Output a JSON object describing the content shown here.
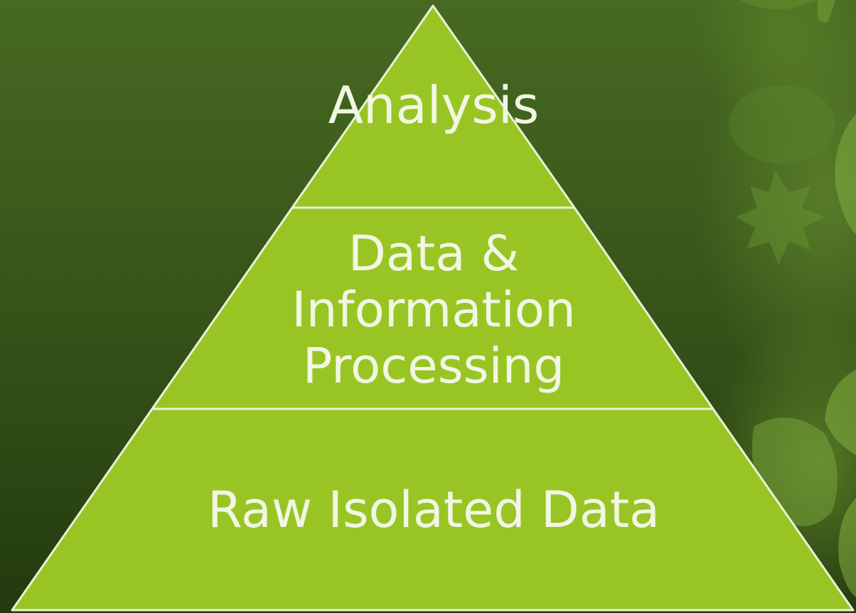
{
  "pyramid": {
    "levels": [
      {
        "label": "Analysis"
      },
      {
        "label_lines": [
          "Data &",
          "Information",
          "Processing"
        ]
      },
      {
        "label": "Raw Isolated Data"
      }
    ]
  },
  "colors": {
    "tier_fill": "#99c524",
    "tier_stroke": "#e8f2d6",
    "text": "#f1f7e3",
    "background_top": "#476a22",
    "background_bottom": "#223a0e"
  }
}
